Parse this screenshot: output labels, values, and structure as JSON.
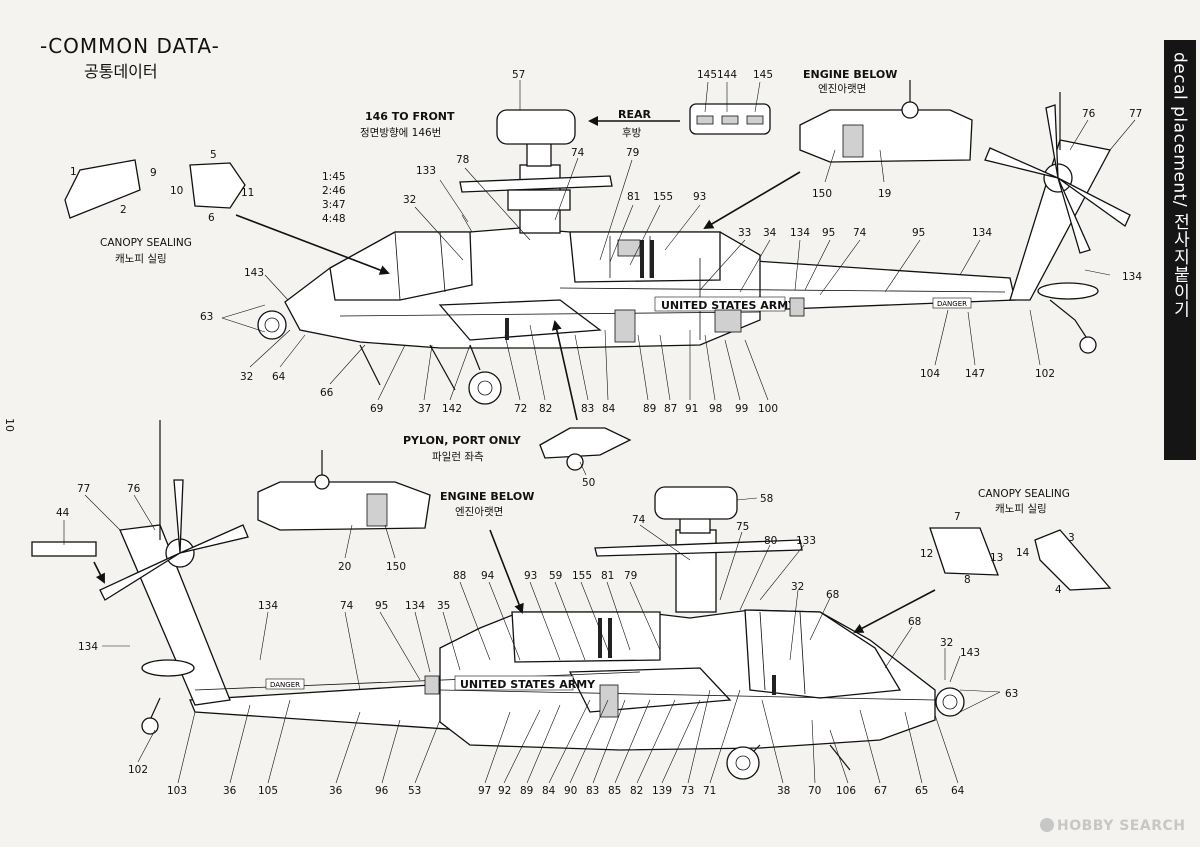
{
  "header": {
    "title_en": "-COMMON DATA-",
    "title_ko": "공통데이터",
    "side_tab": "decal placement/ 전사지붙이기",
    "page_number": "10"
  },
  "top_view": {
    "labels": {
      "canopy_sealing": "CANOPY SEALING",
      "canopy_sealing_ko": "캐노피 실링",
      "front_146": "146 TO FRONT",
      "front_146_ko": "정면방향에 146번",
      "rear": "REAR",
      "rear_ko": "후방",
      "engine_below": "ENGINE BELOW",
      "engine_below_ko": "엔진아랫면",
      "pylon": "PYLON, PORT ONLY",
      "pylon_ko": "파일런 좌측",
      "army": "UNITED STATES ARMY",
      "danger": "DANGER",
      "ratios": [
        "1:45",
        "2:46",
        "3:47",
        "4:48"
      ]
    },
    "numbers": {
      "n1": "1",
      "n2": "2",
      "n5": "5",
      "n6": "6",
      "n9": "9",
      "n10": "10",
      "n11": "11",
      "n57": "57",
      "n145a": "145",
      "n144": "144",
      "n145b": "145",
      "n133": "133",
      "n78": "78",
      "n74a": "74",
      "n79": "79",
      "n32a": "32",
      "n81": "81",
      "n155": "155",
      "n93": "93",
      "n33": "33",
      "n34": "34",
      "n134a": "134",
      "n95a": "95",
      "n74b": "74",
      "n95b": "95",
      "n134b": "134",
      "n134c": "134",
      "n150": "150",
      "n19": "19",
      "n76": "76",
      "n77": "77",
      "n143": "143",
      "n63": "63",
      "n32b": "32",
      "n64": "64",
      "n66": "66",
      "n69": "69",
      "n37": "37",
      "n142": "142",
      "n72": "72",
      "n82": "82",
      "n83": "83",
      "n84": "84",
      "n89": "89",
      "n87": "87",
      "n91": "91",
      "n98": "98",
      "n99": "99",
      "n100": "100",
      "n104": "104",
      "n147": "147",
      "n102": "102",
      "n50": "50"
    }
  },
  "bottom_view": {
    "labels": {
      "engine_below": "ENGINE BELOW",
      "engine_below_ko": "엔진아랫면",
      "canopy_sealing": "CANOPY SEALING",
      "canopy_sealing_ko": "캐노피 실링",
      "army": "UNITED STATES ARMY",
      "danger": "DANGER"
    },
    "numbers": {
      "n77": "77",
      "n76": "76",
      "n44": "44",
      "n134a": "134",
      "n134b": "134",
      "n20": "20",
      "n150": "150",
      "n58": "58",
      "n74a": "74",
      "n75": "75",
      "n80": "80",
      "n133": "133",
      "n7": "7",
      "n12": "12",
      "n13": "13",
      "n8": "8",
      "n14": "14",
      "n3": "3",
      "n4": "4",
      "n74b": "74",
      "n95": "95",
      "n134c": "134",
      "n35": "35",
      "n88": "88",
      "n94": "94",
      "n93": "93",
      "n59": "59",
      "n155": "155",
      "n81": "81",
      "n79": "79",
      "n32a": "32",
      "n68a": "68",
      "n68b": "68",
      "n32b": "32",
      "n143": "143",
      "n63": "63",
      "n102": "102",
      "n103": "103",
      "n36a": "36",
      "n105": "105",
      "n36b": "36",
      "n96": "96",
      "n53": "53",
      "n97": "97",
      "n92": "92",
      "n89": "89",
      "n84": "84",
      "n90": "90",
      "n83": "83",
      "n85": "85",
      "n82": "82",
      "n139": "139",
      "n73": "73",
      "n71": "71",
      "n38": "38",
      "n70": "70",
      "n106": "106",
      "n67": "67",
      "n65": "65",
      "n64": "64"
    }
  },
  "watermark": "HOBBY SEARCH"
}
